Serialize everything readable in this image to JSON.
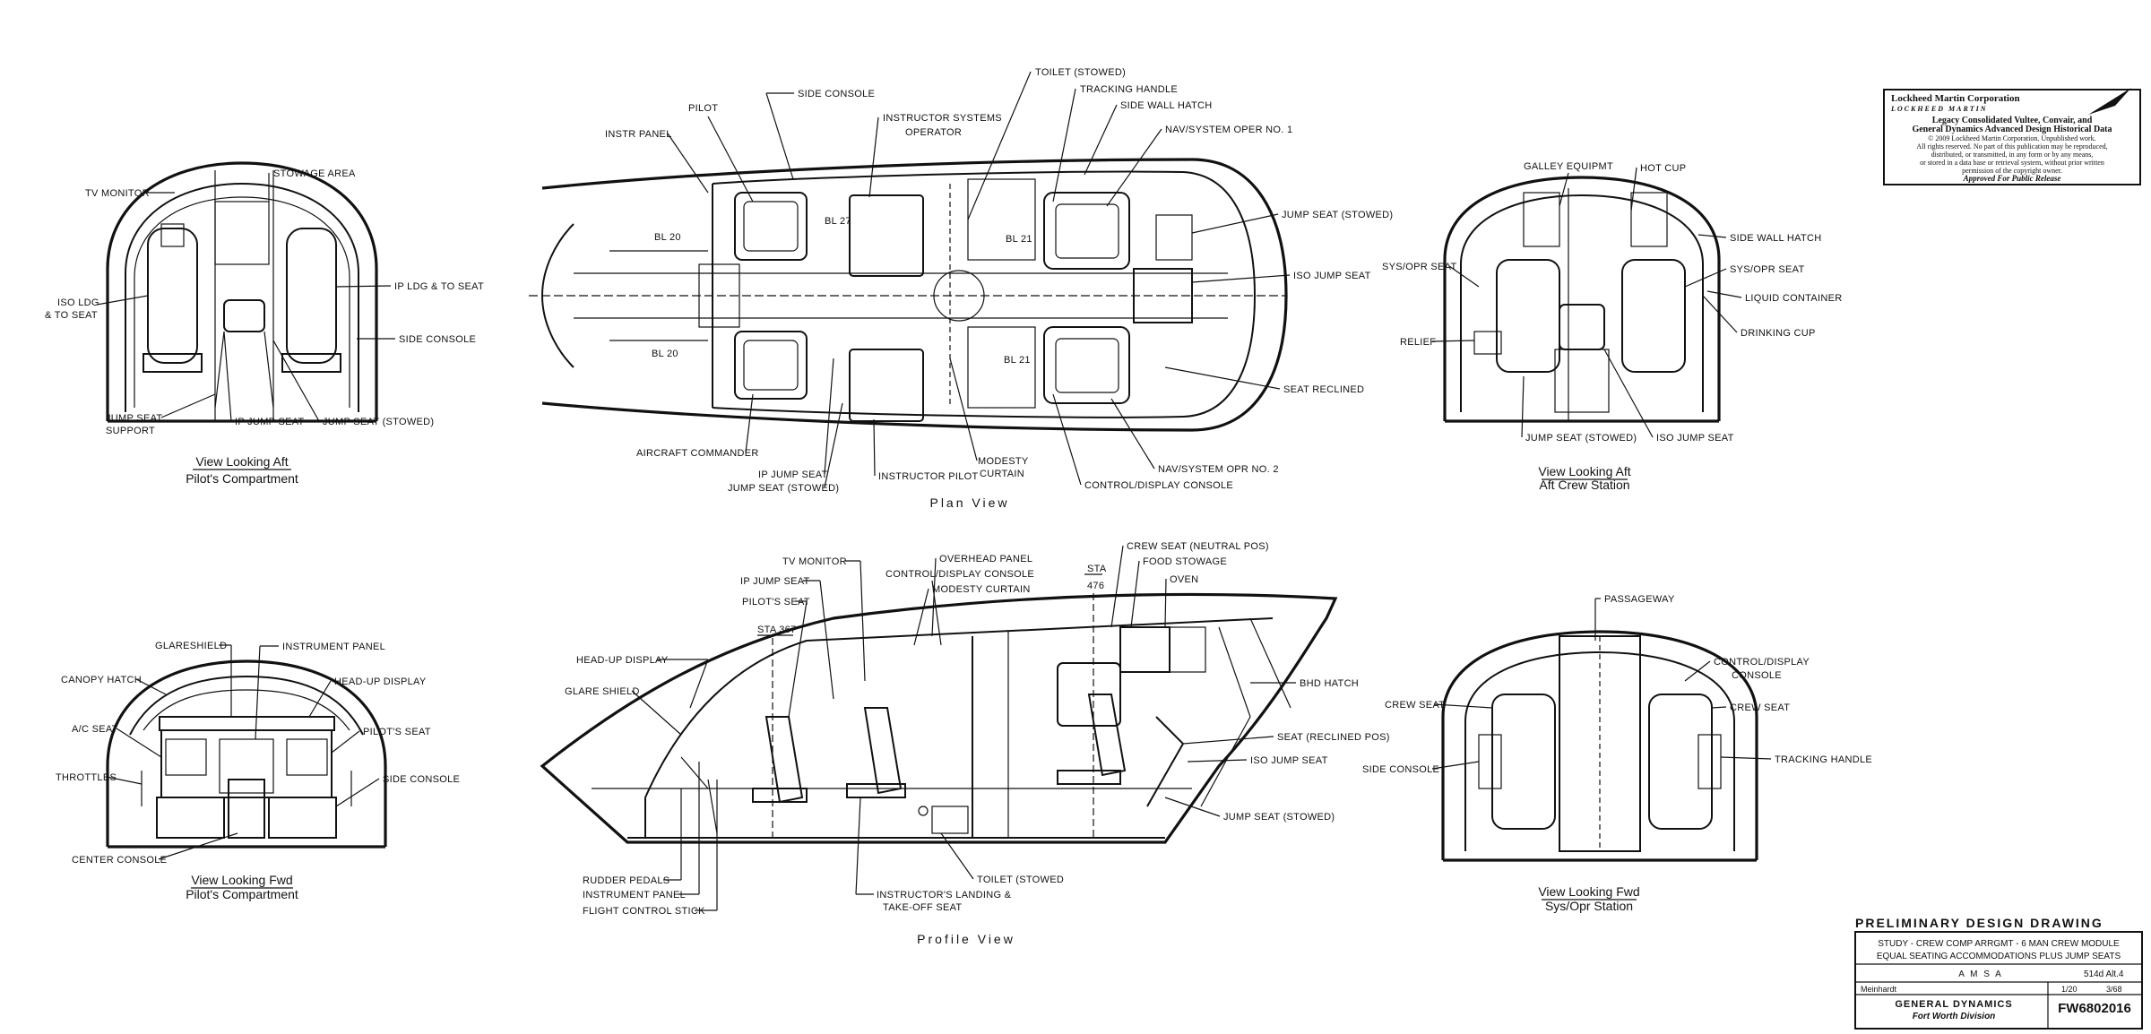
{
  "copyright": {
    "line1": "Lockheed Martin Corporation",
    "logo": "LOCKHEED MARTIN",
    "line2": "Legacy Consolidated Vultee, Convair, and",
    "line3": "General Dynamics Advanced Design Historical Data",
    "line4": "© 2009 Lockheed Martin Corporation. Unpublished work.",
    "line5": "All rights reserved. No part of this publication may be reproduced,",
    "line6": "distributed, or transmitted, in any form or by any means,",
    "line7": "or stored in a data base or retrieval system, without prior written",
    "line8": "permission of the copyright owner.",
    "line9": "Approved For Public Release"
  },
  "views": {
    "aft_pilot": {
      "caption1": "View Looking Aft",
      "caption2": "Pilot's Compartment"
    },
    "plan": {
      "caption": "Plan View"
    },
    "aft_crew": {
      "caption1": "View Looking Aft",
      "caption2": "Aft Crew Station"
    },
    "fwd_pilot": {
      "caption1": "View Looking Fwd",
      "caption2": "Pilot's Compartment"
    },
    "profile": {
      "caption": "Profile View"
    },
    "fwd_sys": {
      "caption1": "View Looking Fwd",
      "caption2": "Sys/Opr Station"
    }
  },
  "labels": {
    "aft_pilot": {
      "tv_monitor": "TV MONITOR",
      "stowage_area": "STOWAGE AREA",
      "iso_ldg_1": "ISO LDG",
      "iso_ldg_2": "& TO SEAT",
      "ip_ldg": "IP LDG & TO SEAT",
      "side_console": "SIDE CONSOLE",
      "jump_seat_support_1": "JUMP SEAT",
      "jump_seat_support_2": "SUPPORT",
      "ip_jump_seat": "IP JUMP SEAT",
      "jump_seat_stowed": "JUMP SEAT (STOWED)"
    },
    "plan": {
      "instr_panel": "INSTR PANEL",
      "pilot": "PILOT",
      "side_console": "SIDE CONSOLE",
      "instructor_sys_1": "INSTRUCTOR SYSTEMS",
      "instructor_sys_2": "OPERATOR",
      "toilet_stowed": "TOILET (STOWED)",
      "tracking_handle": "TRACKING HANDLE",
      "side_wall_hatch": "SIDE WALL HATCH",
      "nav_oper_1": "NAV/SYSTEM OPER NO. 1",
      "jump_seat_stowed": "JUMP SEAT (STOWED)",
      "iso_jump_seat": "ISO JUMP SEAT",
      "seat_reclined": "SEAT RECLINED",
      "bl20a": "BL 20",
      "bl27": "BL 27",
      "bl21a": "BL 21",
      "bl20b": "BL 20",
      "bl21b": "BL 21",
      "aircraft_commander": "AIRCRAFT COMMANDER",
      "ip_jump_seat": "IP JUMP SEAT",
      "jump_seat_stowed2": "JUMP SEAT (STOWED)",
      "instructor_pilot": "INSTRUCTOR PILOT",
      "modesty_1": "MODESTY",
      "modesty_2": "CURTAIN",
      "nav_oper_2": "NAV/SYSTEM OPR NO. 2",
      "control_display": "CONTROL/DISPLAY CONSOLE"
    },
    "aft_crew": {
      "galley": "GALLEY EQUIPMT",
      "hot_cup": "HOT CUP",
      "side_wall_hatch": "SIDE WALL HATCH",
      "sys_opr_left": "SYS/OPR SEAT",
      "sys_opr_right": "SYS/OPR SEAT",
      "liquid": "LIQUID CONTAINER",
      "drinking_cup": "DRINKING CUP",
      "relief": "RELIEF",
      "jump_stowed": "JUMP SEAT (STOWED)",
      "iso_jump": "ISO JUMP SEAT"
    },
    "fwd_pilot": {
      "glareshield": "GLARESHIELD",
      "instrument_panel": "INSTRUMENT PANEL",
      "canopy_hatch": "CANOPY HATCH",
      "hud": "HEAD-UP DISPLAY",
      "ac_seat": "A/C SEAT",
      "pilots_seat": "PILOT'S SEAT",
      "throttles": "THROTTLES",
      "side_console": "SIDE CONSOLE",
      "center_console": "CENTER CONSOLE"
    },
    "profile": {
      "tv_monitor": "TV MONITOR",
      "ip_jump_seat": "IP JUMP SEAT",
      "pilots_seat": "PILOT'S SEAT",
      "sta367": "STA 367",
      "overhead_panel": "OVERHEAD PANEL",
      "control_display": "CONTROL/DISPLAY CONSOLE",
      "modesty_curtain": "MODESTY CURTAIN",
      "sta476_1": "STA",
      "sta476_2": "476",
      "crew_seat_neutral": "CREW SEAT (NEUTRAL POS)",
      "food_stowage": "FOOD STOWAGE",
      "oven": "OVEN",
      "hud": "HEAD-UP DISPLAY",
      "glare_shield": "GLARE SHIELD",
      "bhd_hatch": "BHD HATCH",
      "seat_reclined": "SEAT (RECLINED POS)",
      "iso_jump_seat": "ISO JUMP SEAT",
      "jump_seat_stowed": "JUMP SEAT (STOWED)",
      "rudder_pedals": "RUDDER PEDALS",
      "instrument_panel": "INSTRUMENT PANEL",
      "flight_stick": "FLIGHT CONTROL STICK",
      "instructor_seat_1": "INSTRUCTOR'S LANDING &",
      "instructor_seat_2": "TAKE-OFF SEAT",
      "toilet_stowed": "TOILET (STOWED"
    },
    "fwd_sys": {
      "passageway": "PASSAGEWAY",
      "control_display_1": "CONTROL/DISPLAY",
      "control_display_2": "CONSOLE",
      "crew_seat_left": "CREW SEAT",
      "crew_seat_right": "CREW SEAT",
      "tracking_handle": "TRACKING HANDLE",
      "side_console": "SIDE CONSOLE"
    }
  },
  "title_block": {
    "heading": "PRELIMINARY DESIGN DRAWING",
    "study_line1": "STUDY - CREW COMP ARRGMT - 6 MAN CREW MODULE",
    "study_line2": "EQUAL SEATING ACCOMMODATIONS PLUS JUMP SEATS",
    "program": "A M S A",
    "config": "514d Alt.4",
    "drawn_by": "Meinhardt",
    "scale": "1/20",
    "date": "3/68",
    "company": "GENERAL DYNAMICS",
    "division": "Fort Worth Division",
    "drawing_number": "FW6802016"
  }
}
